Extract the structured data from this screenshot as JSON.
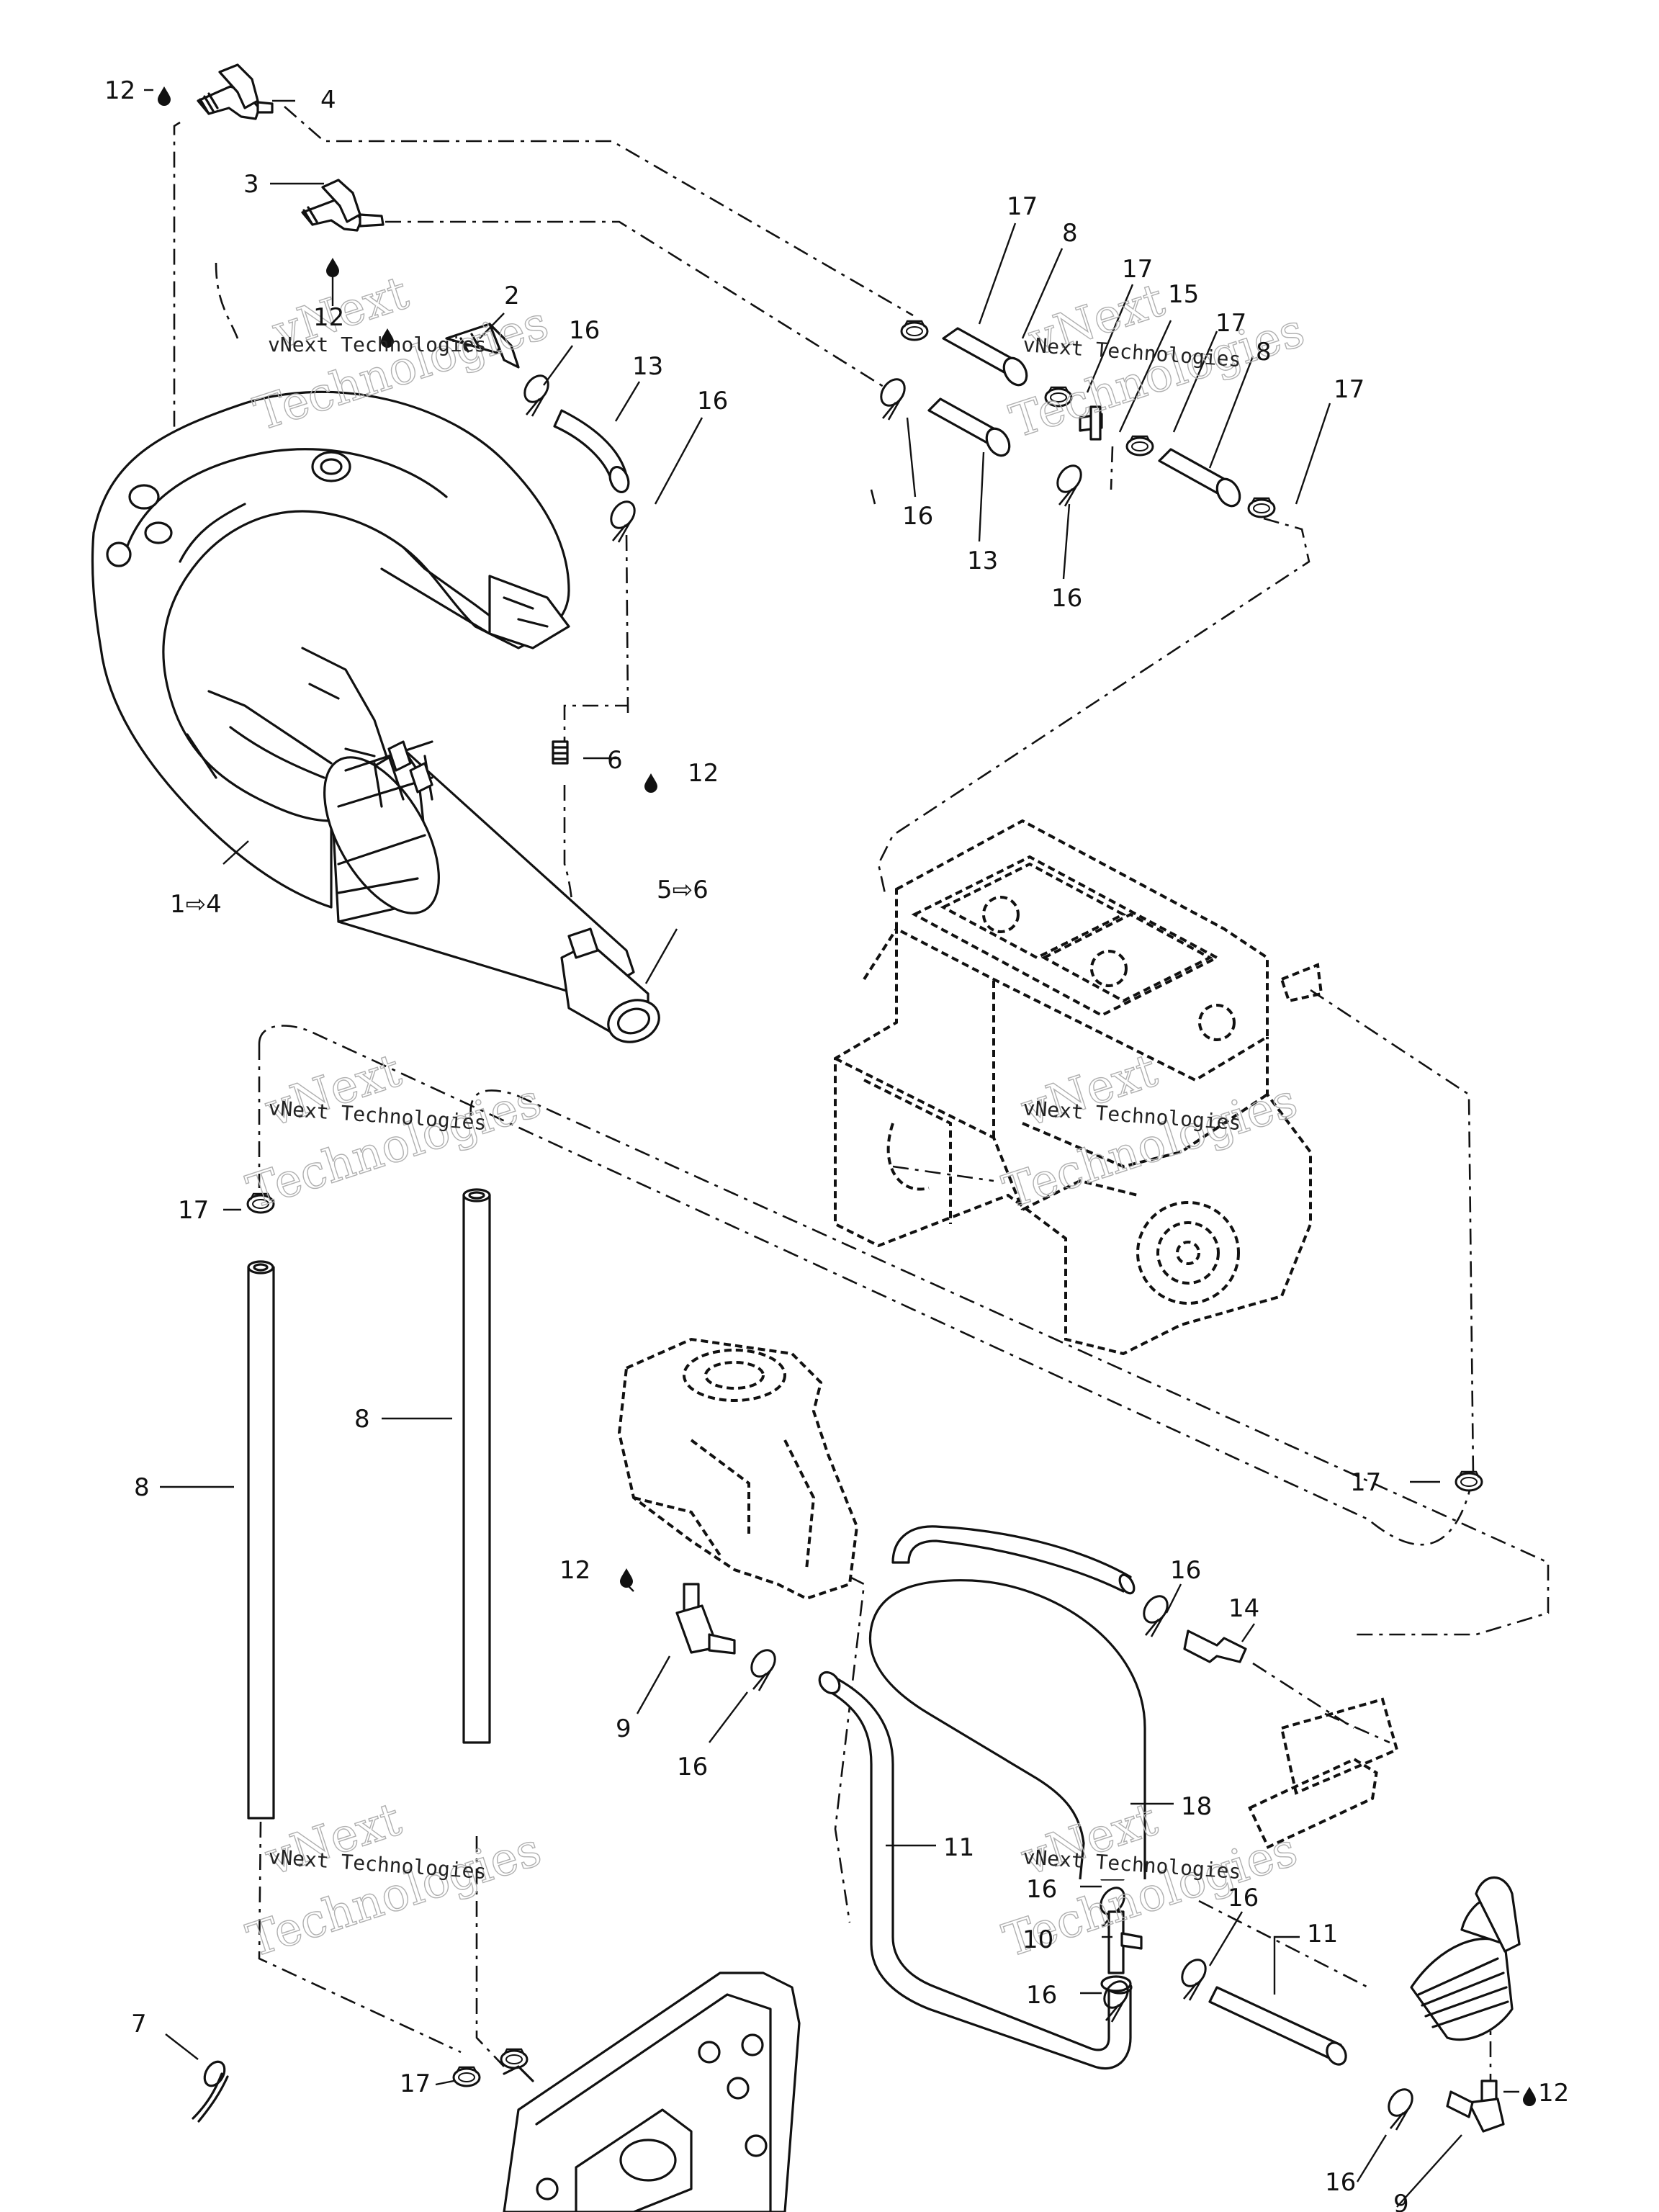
{
  "watermark": {
    "line1": "vNext",
    "line2": "vNext Technologies",
    "line3": "Technologies"
  },
  "labels": {
    "l12a": "12",
    "l4a": "4",
    "l3": "3",
    "l12b": "12",
    "l2": "2",
    "l16a": "16",
    "l13a": "13",
    "l16b": "16",
    "l17a": "17",
    "l8a": "8",
    "l17b": "17",
    "l15": "15",
    "l17c": "17",
    "l8b": "8",
    "l17d": "17",
    "l16c": "16",
    "l13b": "13",
    "l16d": "16",
    "l6": "6",
    "l12c": "12",
    "l1to4": "1⇨4",
    "l5to6": "5⇨6",
    "l17e": "17",
    "l8c": "8",
    "l8d": "8",
    "l17f": "17",
    "l12d": "12",
    "l9a": "9",
    "l16e": "16",
    "l16f": "16",
    "l14": "14",
    "l11a": "11",
    "l18": "18",
    "l16g": "16",
    "l16h": "16",
    "l11b": "11",
    "l10": "10",
    "l16i": "16",
    "l7": "7",
    "l17g": "17",
    "l12e": "12",
    "l16j": "16",
    "l9b": "9"
  },
  "icons": {
    "drop": "sealant-drop-icon",
    "arrow": "range-arrow-icon"
  }
}
